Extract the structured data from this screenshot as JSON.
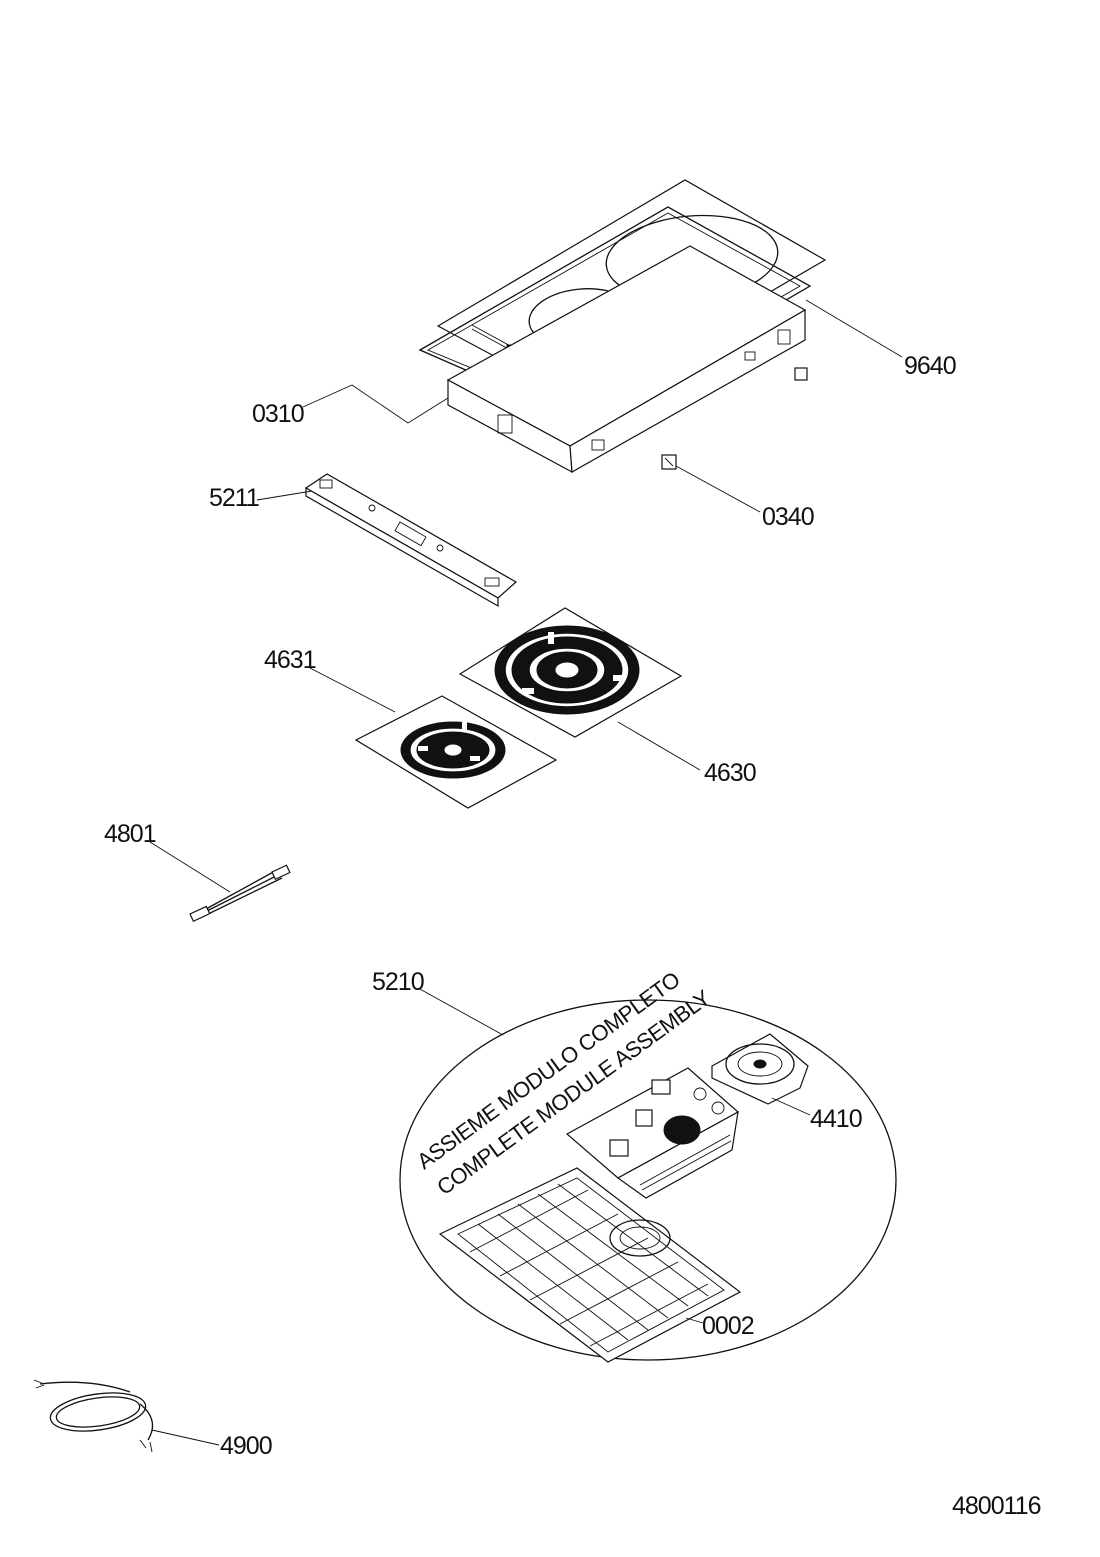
{
  "labels": {
    "glass_top": "9640",
    "frame": "0310",
    "bracket": "0340",
    "control_board": "5211",
    "coil_small": "4631",
    "coil_large": "4630",
    "ribbon_cable": "4801",
    "module_assembly": "5210",
    "fan": "4410",
    "base_tray": "0002",
    "power_cord": "4900",
    "drawing_number": "4800116"
  },
  "module_text": {
    "line_it": "ASSIEME MODULO COMPLETO",
    "line_en": "COMPLETE MODULE ASSEMBLY"
  }
}
